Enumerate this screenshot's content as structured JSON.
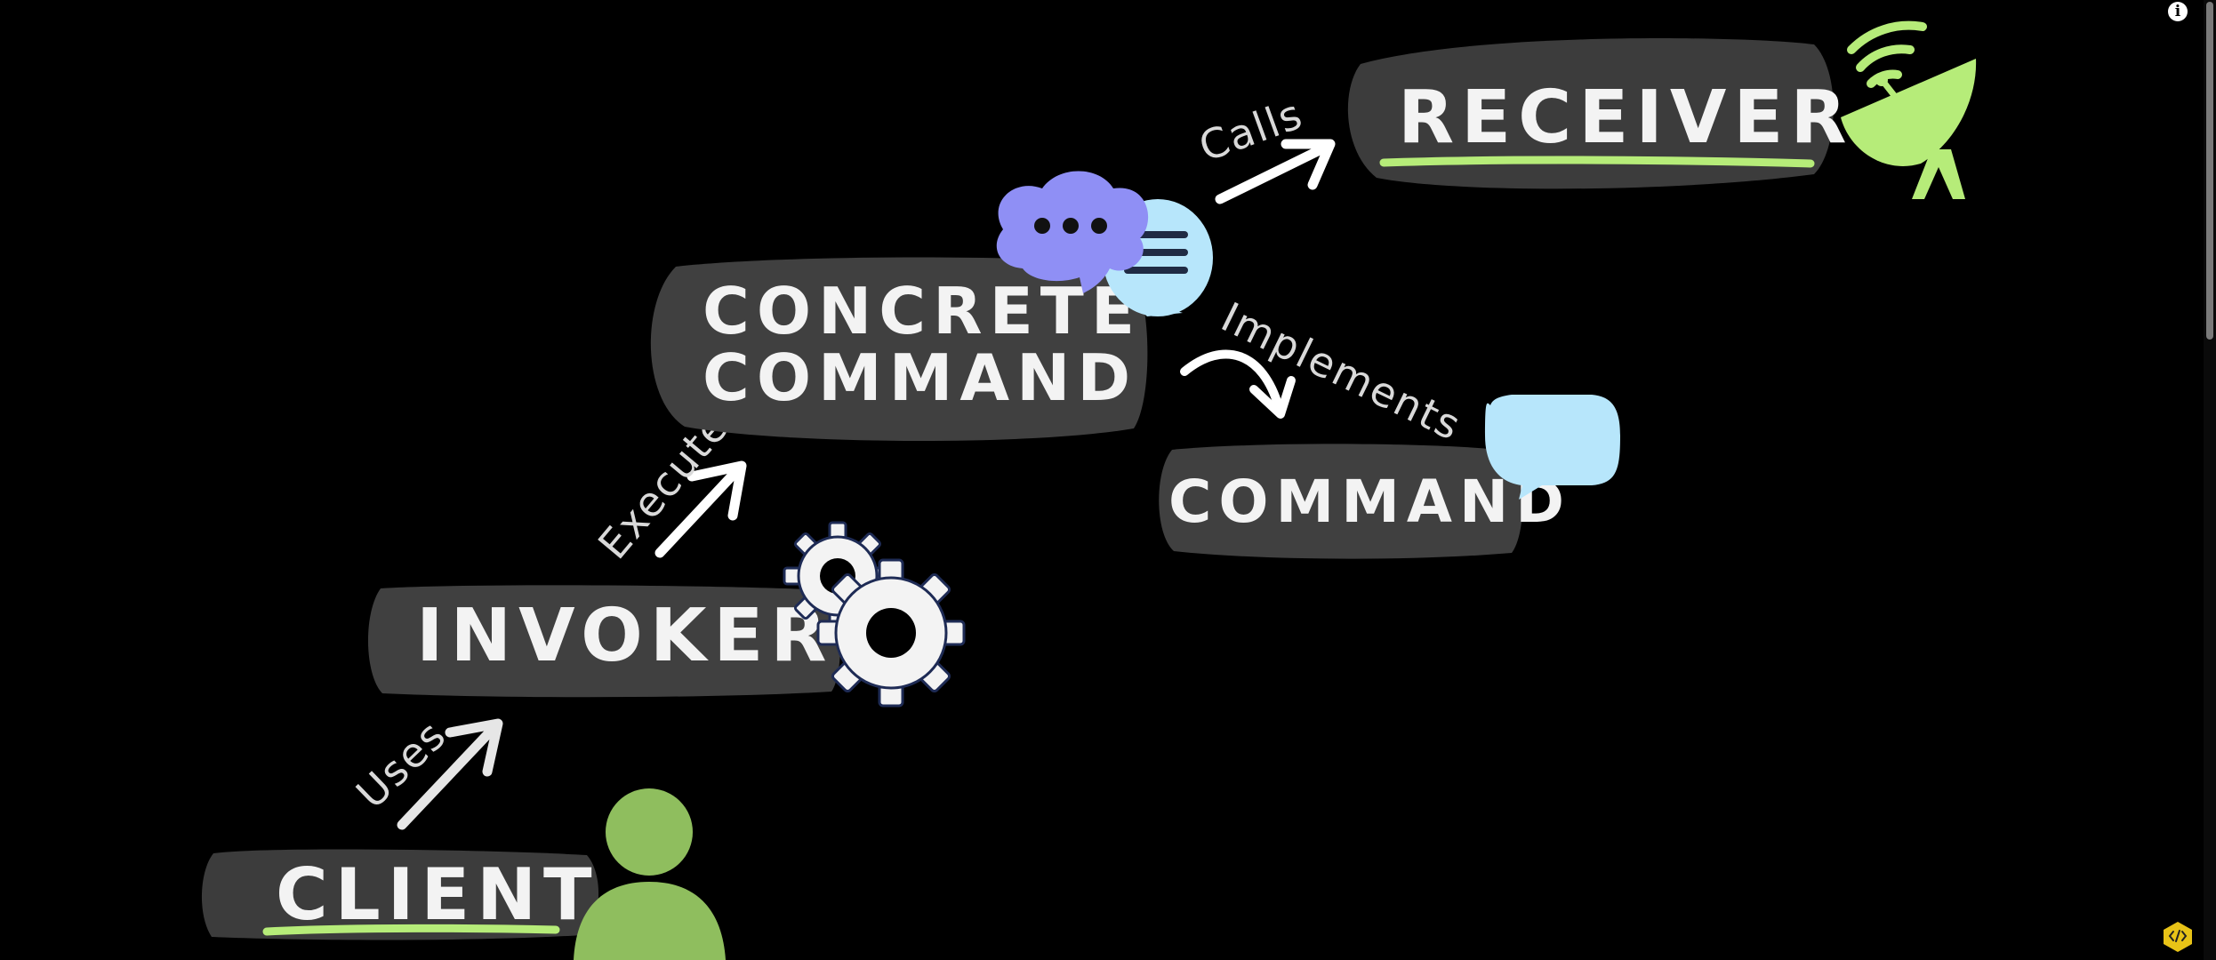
{
  "nodes": {
    "client": "CLIENT",
    "invoker": "INVOKER",
    "concrete_command_line1": "CONCRETE",
    "concrete_command_line2": "COMMAND",
    "command": "COMMAND",
    "receiver": "RECEIVER"
  },
  "edges": {
    "uses": "Uses",
    "executes": "Executes",
    "implements": "Implements",
    "calls": "Calls"
  },
  "icons": {
    "client": "person-icon",
    "invoker": "gears-icon",
    "concrete_command": "chat-bubbles-icon",
    "command": "speech-bubble-icon",
    "receiver": "satellite-dish-icon"
  },
  "colors": {
    "background": "#000000",
    "node_fill": "#404040",
    "label_text": "#f3f3f3",
    "accent_green": "#b6ec79",
    "person_green": "#8ab85a",
    "bubble_purple": "#8f8ff5",
    "bubble_blue": "#b7e6fb"
  }
}
